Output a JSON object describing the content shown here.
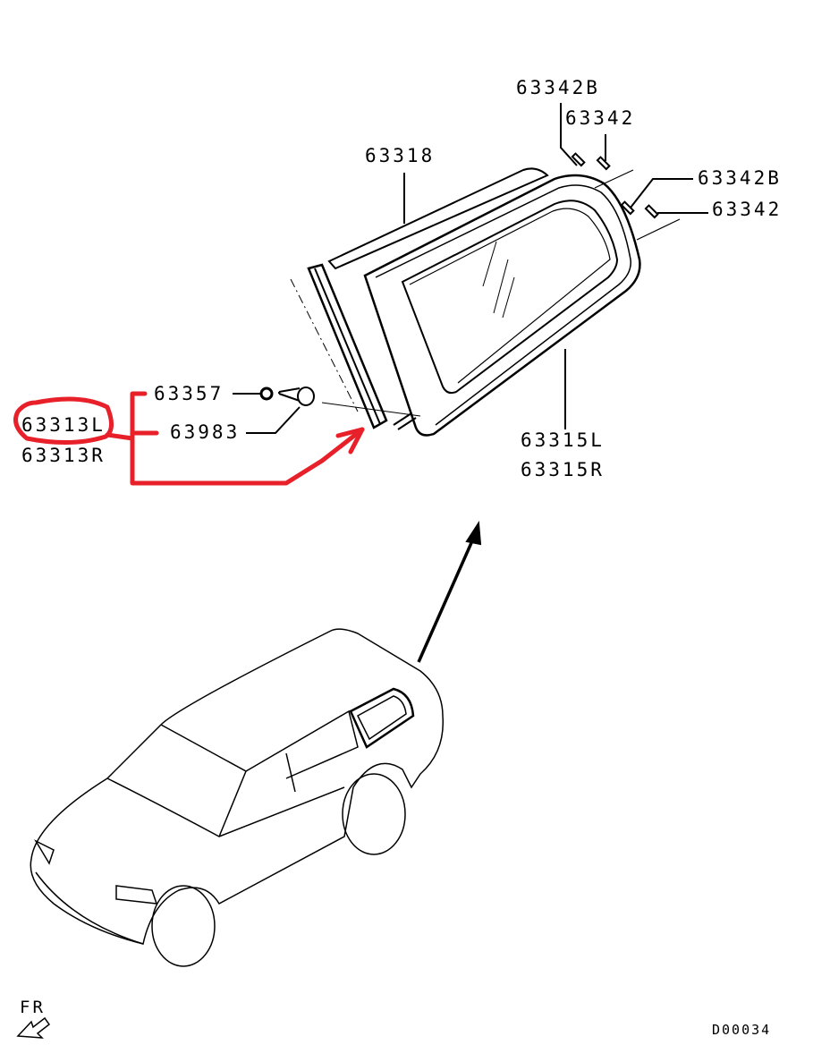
{
  "diagram": {
    "code": "D00034",
    "front_indicator": "FR",
    "highlight_color": "#e8202a",
    "parts": {
      "p63342B_top": "63342B",
      "p63342_top": "63342",
      "p63342B_right": "63342B",
      "p63342_right": "63342",
      "p63318": "63318",
      "p63357": "63357",
      "p63983": "63983",
      "p63313L": "63313L",
      "p63313R": "63313R",
      "p63315L": "63315L",
      "p63315R": "63315R"
    }
  }
}
